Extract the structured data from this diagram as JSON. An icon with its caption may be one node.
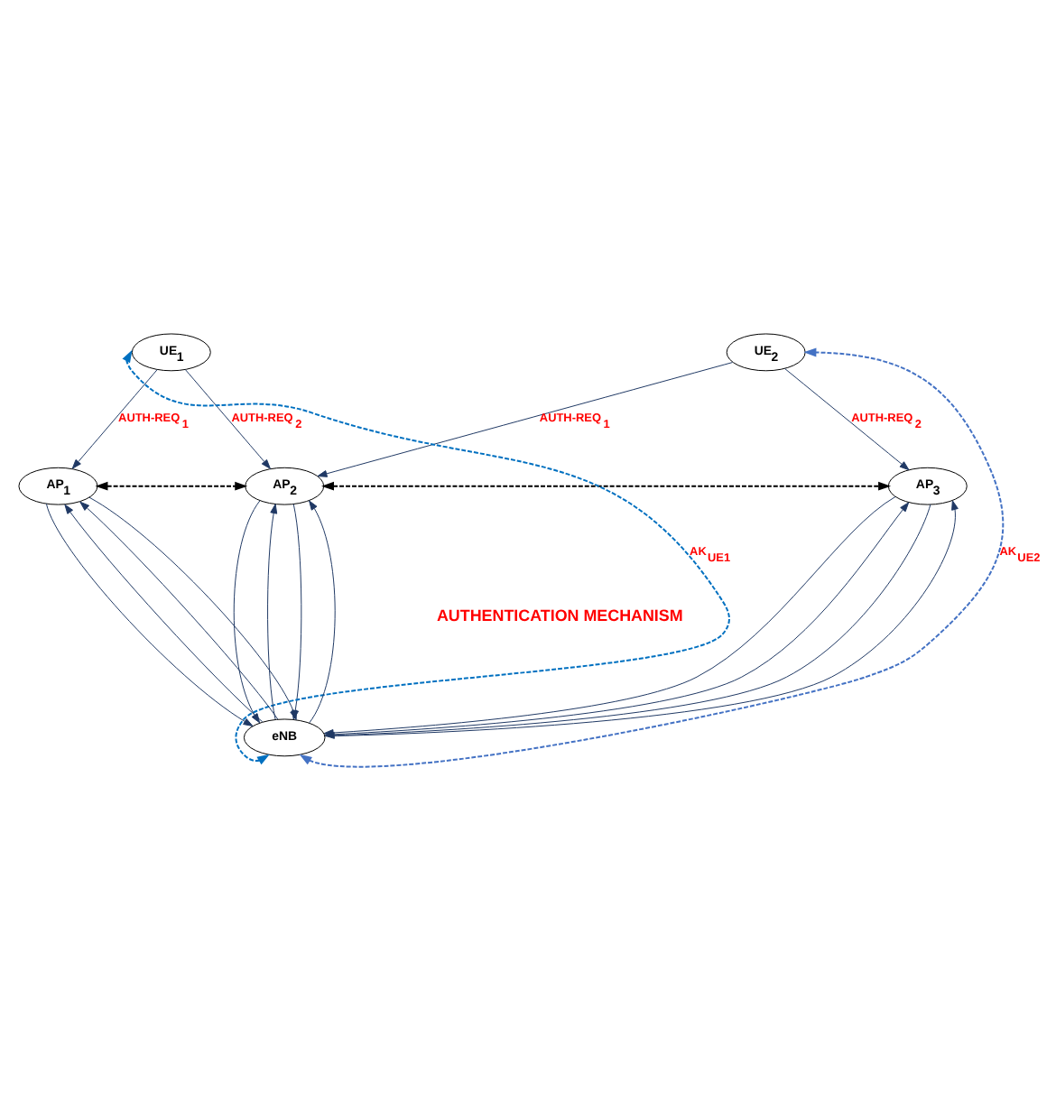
{
  "diagram": {
    "nodes": [
      {
        "text": [
          "UE$_{1}$"
        ]
      },
      {
        "text": [
          "UE$_{2}$"
        ]
      },
      {
        "text": [
          "AP$_{1}$"
        ]
      },
      {
        "text": [
          "AP$_{2}$"
        ]
      },
      {
        "text": [
          "AP$_{3}$"
        ]
      },
      {
        "text": [
          "eNB"
        ]
      }
    ],
    "edges": [
      {
        "from": 0,
        "to": 2,
        "arrow": "to",
        "label": "AUTH-REQ$_{1}$"
      },
      {
        "from": 0,
        "to": 3,
        "arrow": "to",
        "label": "AUTH-REQ$_{2}$"
      },
      {
        "from": 1,
        "to": 3,
        "arrow": "to",
        "label": "AUTH-REQ$_{1}$"
      },
      {
        "from": 1,
        "to": 4,
        "arrow": "to",
        "label": "AUTH-REQ$_{2}$"
      },
      {
        "from": 2,
        "to": 3,
        "arrow": "both",
        "style": "dashed",
        "color": "#000000"
      },
      {
        "from": 3,
        "to": 4,
        "arrow": "both",
        "style": "dashed",
        "color": "#000000"
      },
      {
        "from": 5,
        "to": 2,
        "arrow": "to"
      },
      {
        "from": 2,
        "to": 5,
        "arrow": "to"
      },
      {
        "from": 5,
        "to": 2,
        "arrow": "to"
      },
      {
        "from": 2,
        "to": 5,
        "arrow": "to"
      },
      {
        "from": 3,
        "to": 5,
        "arrow": "to"
      },
      {
        "from": 5,
        "to": 3,
        "arrow": "to"
      },
      {
        "from": 3,
        "to": 5,
        "arrow": "to"
      },
      {
        "from": 5,
        "to": 3,
        "arrow": "to"
      },
      {
        "from": 4,
        "to": 5,
        "arrow": "to"
      },
      {
        "from": 5,
        "to": 4,
        "arrow": "to"
      },
      {
        "from": 4,
        "to": 5,
        "arrow": "to"
      },
      {
        "from": 5,
        "to": 4,
        "arrow": "to"
      },
      {
        "from": 5,
        "to": 0,
        "arrow": "both",
        "style": "dashed",
        "color": "#0070c0",
        "label": "AK$_{UE1}$"
      },
      {
        "from": 5,
        "to": 1,
        "arrow": "both",
        "style": "dashed",
        "color": "#4472c4",
        "label": "AK$_{UE2}$"
      }
    ],
    "labels": [
      "AUTHENTICATION MECHANISM"
    ]
  }
}
